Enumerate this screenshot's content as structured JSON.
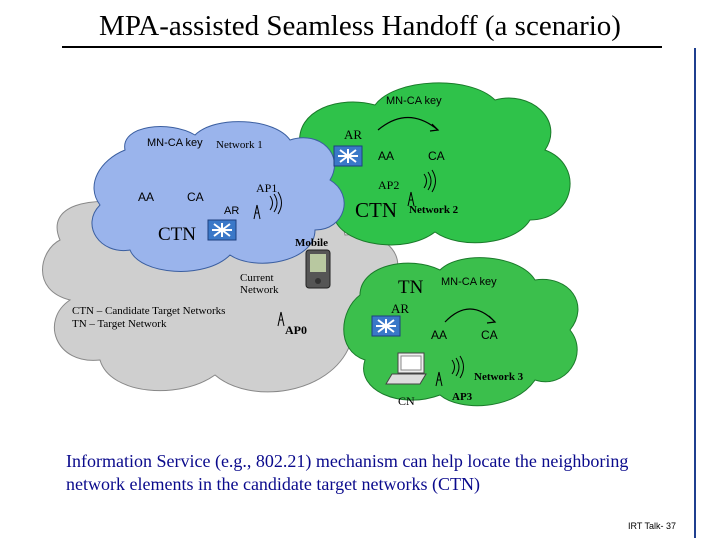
{
  "title": "MPA-assisted Seamless Handoff (a scenario)",
  "network1": {
    "label": "Network 1",
    "mnca_key": "MN-CA key",
    "aa": "AA",
    "ca": "CA",
    "ar": "AR",
    "ap": "AP1",
    "ctn": "CTN"
  },
  "network2": {
    "label": "Network 2",
    "mnca_key": "MN-CA key",
    "aa": "AA",
    "ca": "CA",
    "ar": "AR",
    "ap": "AP2",
    "ctn": "CTN"
  },
  "network3": {
    "label": "Network 3",
    "mnca_key": "MN-CA key",
    "aa": "AA",
    "ca": "CA",
    "ar": "AR",
    "ap": "AP3",
    "tn": "TN"
  },
  "current_network": {
    "label": "Current Network",
    "ap": "AP0",
    "cn": "CN"
  },
  "mobile_label": "Mobile",
  "legend": {
    "line1": "CTN – Candidate Target Networks",
    "line2": "TN – Target Network"
  },
  "info_text": "Information Service (e.g., 802.21) mechanism can help locate the neighboring network elements in the candidate target networks (CTN)",
  "footer": "IRT Talk- 37",
  "colors": {
    "network1_cloud": "#9ab4ec",
    "network2_cloud": "#2fc24a",
    "network3_cloud": "#3bbf4c",
    "current_cloud": "#cfcfcf",
    "router_box": "#3a78c8",
    "info_text": "#0a0a8c"
  },
  "icons": [
    "router-icon",
    "access-point-antenna-icon",
    "pda-mobile-icon",
    "laptop-icon",
    "wireless-signal-icon",
    "key-exchange-arc-icon"
  ]
}
